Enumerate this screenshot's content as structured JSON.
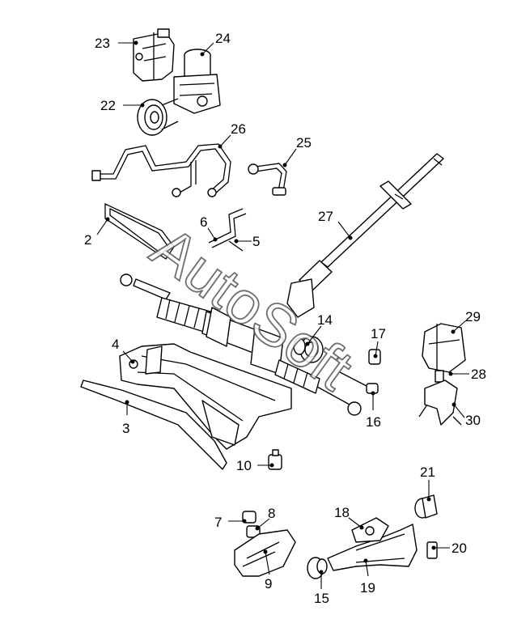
{
  "watermark": "AutoSoft",
  "callouts": [
    {
      "id": "c2",
      "label": "2"
    },
    {
      "id": "c3",
      "label": "3"
    },
    {
      "id": "c4",
      "label": "4"
    },
    {
      "id": "c5",
      "label": "5"
    },
    {
      "id": "c6",
      "label": "6"
    },
    {
      "id": "c7",
      "label": "7"
    },
    {
      "id": "c8",
      "label": "8"
    },
    {
      "id": "c9",
      "label": "9"
    },
    {
      "id": "c10",
      "label": "10"
    },
    {
      "id": "c14",
      "label": "14"
    },
    {
      "id": "c15",
      "label": "15"
    },
    {
      "id": "c16",
      "label": "16"
    },
    {
      "id": "c17",
      "label": "17"
    },
    {
      "id": "c18",
      "label": "18"
    },
    {
      "id": "c19",
      "label": "19"
    },
    {
      "id": "c20",
      "label": "20"
    },
    {
      "id": "c21",
      "label": "21"
    },
    {
      "id": "c22",
      "label": "22"
    },
    {
      "id": "c23",
      "label": "23"
    },
    {
      "id": "c24",
      "label": "24"
    },
    {
      "id": "c25",
      "label": "25"
    },
    {
      "id": "c26",
      "label": "26"
    },
    {
      "id": "c27",
      "label": "27"
    },
    {
      "id": "c28",
      "label": "28"
    },
    {
      "id": "c29",
      "label": "29"
    },
    {
      "id": "c30",
      "label": "30"
    }
  ]
}
